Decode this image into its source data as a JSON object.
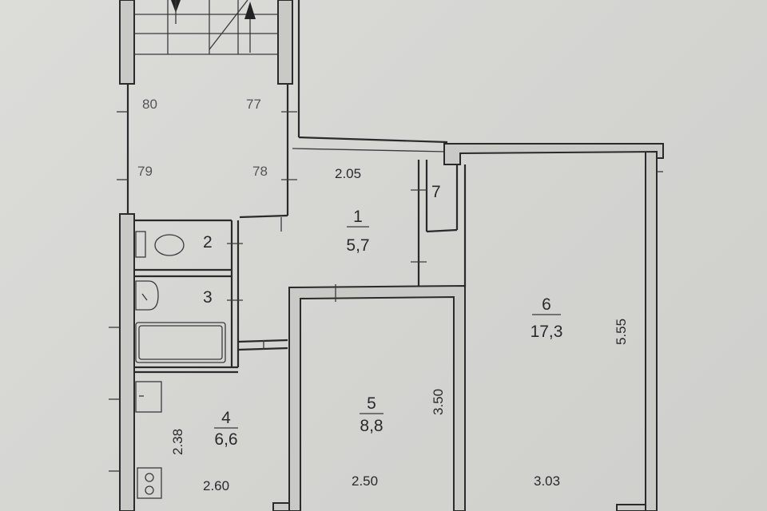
{
  "stair_apartments": [
    "80",
    "77",
    "79",
    "78"
  ],
  "dimensions": {
    "hall_width": "2.05",
    "room6_length": "5.55",
    "room5_length": "3.50",
    "room4_length": "2.38",
    "room4_width": "2.60",
    "room5_width": "2.50",
    "room6_width": "3.03"
  },
  "rooms": [
    {
      "number": "1",
      "area": "5,7"
    },
    {
      "number": "2"
    },
    {
      "number": "3"
    },
    {
      "number": "4",
      "area": "6,6"
    },
    {
      "number": "5",
      "area": "8,8"
    },
    {
      "number": "6",
      "area": "17,3"
    },
    {
      "number": "7"
    }
  ]
}
